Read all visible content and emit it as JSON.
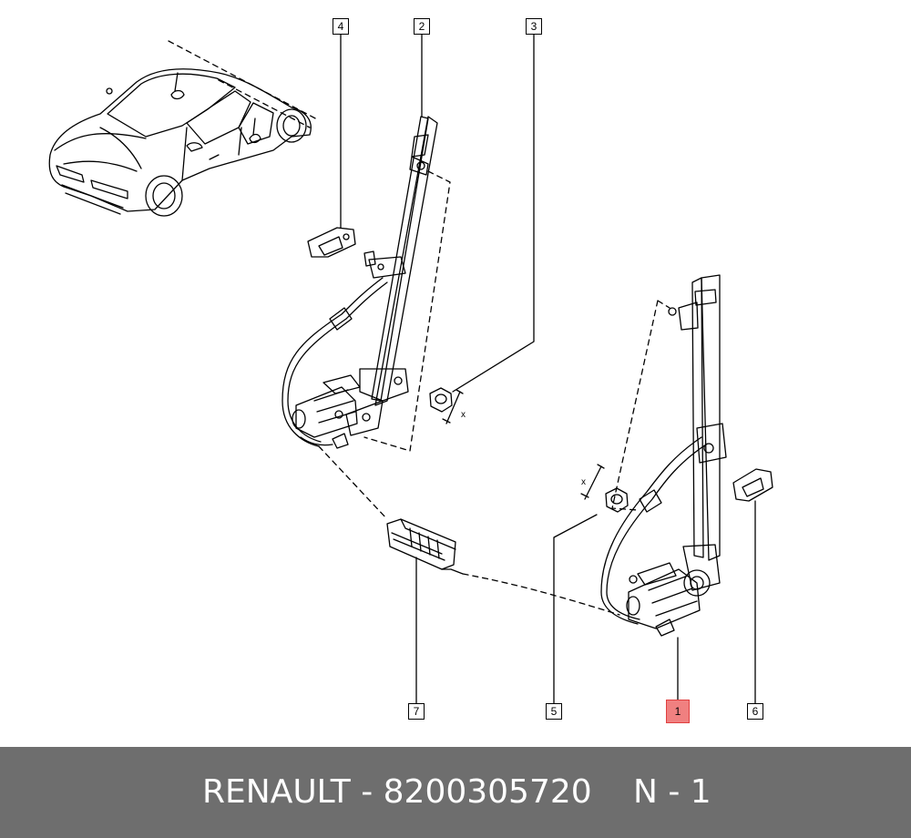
{
  "callouts": [
    {
      "id": "4",
      "label": "4"
    },
    {
      "id": "2",
      "label": "2"
    },
    {
      "id": "3",
      "label": "3"
    },
    {
      "id": "7",
      "label": "7"
    },
    {
      "id": "5",
      "label": "5"
    },
    {
      "id": "1",
      "label": "1"
    },
    {
      "id": "6",
      "label": "6"
    }
  ],
  "dimension_labels": {
    "left": "x",
    "right": "x"
  },
  "footer": {
    "part_text": "RENAULT - 8200305720",
    "position_text": "N - 1"
  },
  "colors": {
    "footer_bg": "#6e6e6e",
    "footer_text": "#ffffff",
    "highlight_fill": "#f08080",
    "highlight_border": "#e04040",
    "line": "#000000"
  },
  "icons": [
    "car-illustration",
    "window-regulator-motor-icon",
    "connector-icon",
    "clip-icon",
    "nut-icon"
  ]
}
